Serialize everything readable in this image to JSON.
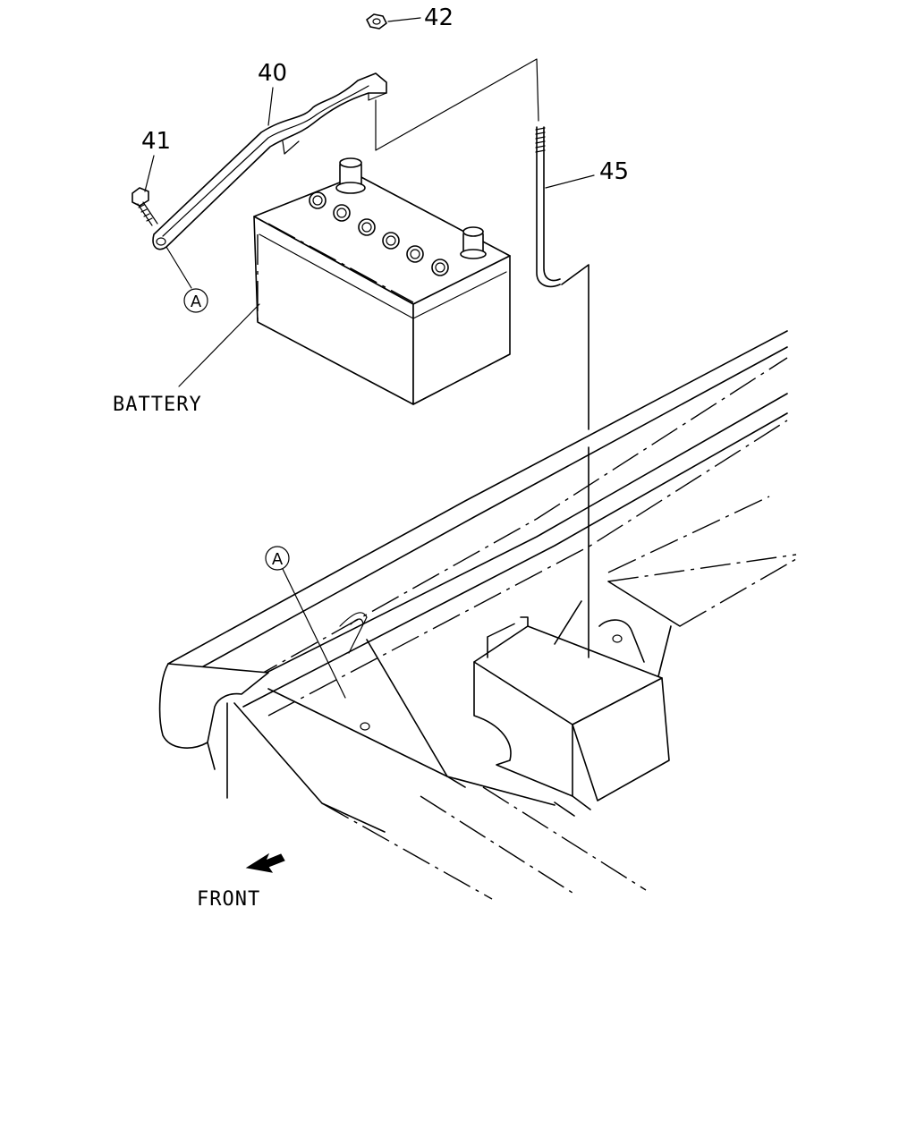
{
  "callouts": {
    "c40": "40",
    "c41": "41",
    "c42": "42",
    "c45": "45"
  },
  "labels": {
    "battery": "BATTERY",
    "front": "FRONT"
  },
  "markers": {
    "upper": "A",
    "lower": "A"
  }
}
